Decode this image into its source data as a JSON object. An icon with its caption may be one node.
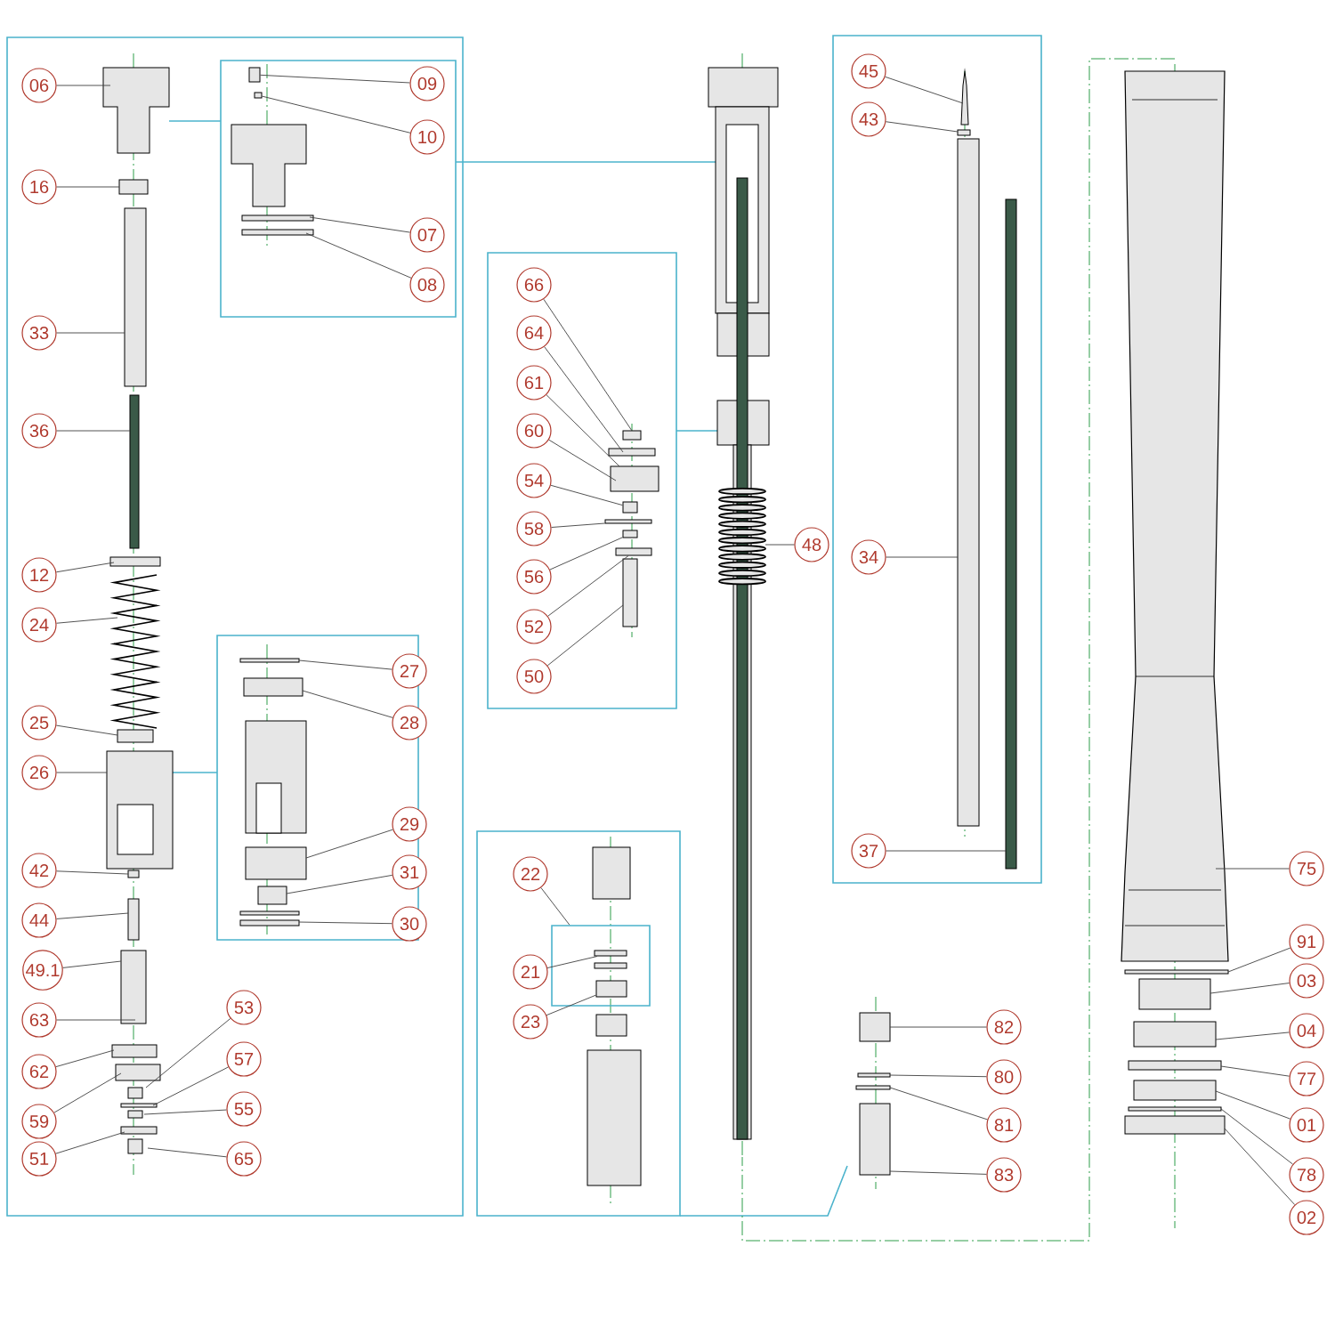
{
  "diagram": {
    "nodes": [
      {
        "text": [
          "06"
        ]
      },
      {
        "text": [
          "09"
        ]
      },
      {
        "text": [
          "10"
        ]
      },
      {
        "text": [
          "07"
        ]
      },
      {
        "text": [
          "08"
        ]
      },
      {
        "text": [
          "16"
        ]
      },
      {
        "text": [
          "33"
        ]
      },
      {
        "text": [
          "36"
        ]
      },
      {
        "text": [
          "12"
        ]
      },
      {
        "text": [
          "24"
        ]
      },
      {
        "text": [
          "25"
        ]
      },
      {
        "text": [
          "26"
        ]
      },
      {
        "text": [
          "27"
        ]
      },
      {
        "text": [
          "28"
        ]
      },
      {
        "text": [
          "29"
        ]
      },
      {
        "text": [
          "31"
        ]
      },
      {
        "text": [
          "30"
        ]
      },
      {
        "text": [
          "42"
        ]
      },
      {
        "text": [
          "44"
        ]
      },
      {
        "text": [
          "49.1"
        ]
      },
      {
        "text": [
          "63"
        ]
      },
      {
        "text": [
          "62"
        ]
      },
      {
        "text": [
          "53"
        ]
      },
      {
        "text": [
          "57"
        ]
      },
      {
        "text": [
          "59"
        ]
      },
      {
        "text": [
          "55"
        ]
      },
      {
        "text": [
          "51"
        ]
      },
      {
        "text": [
          "65"
        ]
      },
      {
        "text": [
          "66"
        ]
      },
      {
        "text": [
          "64"
        ]
      },
      {
        "text": [
          "61"
        ]
      },
      {
        "text": [
          "60"
        ]
      },
      {
        "text": [
          "54"
        ]
      },
      {
        "text": [
          "58"
        ]
      },
      {
        "text": [
          "56"
        ]
      },
      {
        "text": [
          "52"
        ]
      },
      {
        "text": [
          "50"
        ]
      },
      {
        "text": [
          "48"
        ]
      },
      {
        "text": [
          "22"
        ]
      },
      {
        "text": [
          "21"
        ]
      },
      {
        "text": [
          "23"
        ]
      },
      {
        "text": [
          "45"
        ]
      },
      {
        "text": [
          "43"
        ]
      },
      {
        "text": [
          "34"
        ]
      },
      {
        "text": [
          "37"
        ]
      },
      {
        "text": [
          "82"
        ]
      },
      {
        "text": [
          "80"
        ]
      },
      {
        "text": [
          "81"
        ]
      },
      {
        "text": [
          "83"
        ]
      },
      {
        "text": [
          "75"
        ]
      },
      {
        "text": [
          "91"
        ]
      },
      {
        "text": [
          "03"
        ]
      },
      {
        "text": [
          "04"
        ]
      },
      {
        "text": [
          "77"
        ]
      },
      {
        "text": [
          "01"
        ]
      },
      {
        "text": [
          "78"
        ]
      },
      {
        "text": [
          "02"
        ]
      },
      {
        "text": [],
        "shape": "box"
      },
      {
        "text": [],
        "shape": "box",
        "in": 57
      },
      {
        "text": [],
        "shape": "box",
        "in": 57
      },
      {
        "text": [],
        "shape": "box"
      },
      {
        "text": [],
        "shape": "box"
      },
      {
        "text": [],
        "shape": "box"
      },
      {
        "text": [],
        "shape": "box"
      },
      {
        "text": [],
        "shape": "box"
      },
      {
        "text": [],
        "shape": "box"
      }
    ],
    "edges": [
      {
        "from": 0,
        "to": null,
        "arrow": "none"
      },
      {
        "from": 1,
        "to": 62,
        "arrow": "none"
      },
      {
        "from": 2,
        "to": 60,
        "arrow": "none"
      },
      {
        "from": 3,
        "to": null,
        "arrow": "none"
      },
      {
        "from": 4,
        "to": null,
        "arrow": "none"
      },
      {
        "from": 5,
        "to": null,
        "arrow": "none"
      },
      {
        "from": 6,
        "to": null,
        "arrow": "none"
      },
      {
        "from": 7,
        "to": null,
        "arrow": "none"
      },
      {
        "from": 8,
        "to": null,
        "arrow": "none"
      },
      {
        "from": 9,
        "to": null,
        "arrow": "none"
      },
      {
        "from": 10,
        "to": null,
        "arrow": "none"
      },
      {
        "from": 11,
        "to": null,
        "arrow": "none"
      },
      {
        "from": 12,
        "to": null,
        "arrow": "none"
      },
      {
        "from": 13,
        "to": null,
        "arrow": "none"
      },
      {
        "from": 14,
        "to": null,
        "arrow": "none"
      },
      {
        "from": 15,
        "to": null,
        "arrow": "none"
      },
      {
        "from": 16,
        "to": null,
        "arrow": "none"
      },
      {
        "from": 17,
        "to": null,
        "arrow": "none"
      },
      {
        "from": 18,
        "to": null,
        "arrow": "none"
      },
      {
        "from": 19,
        "to": null,
        "arrow": "none"
      },
      {
        "from": 20,
        "to": null,
        "arrow": "none"
      },
      {
        "from": 21,
        "to": null,
        "arrow": "none"
      },
      {
        "from": 22,
        "to": null,
        "arrow": "none"
      },
      {
        "from": 23,
        "to": null,
        "arrow": "none"
      },
      {
        "from": 24,
        "to": null,
        "arrow": "none"
      },
      {
        "from": 25,
        "to": null,
        "arrow": "none"
      },
      {
        "from": 26,
        "to": null,
        "arrow": "none"
      },
      {
        "from": 27,
        "to": null,
        "arrow": "none"
      },
      {
        "from": 28,
        "to": null,
        "arrow": "none"
      },
      {
        "from": 29,
        "to": null,
        "arrow": "none"
      },
      {
        "from": 30,
        "to": null,
        "arrow": "none"
      },
      {
        "from": 31,
        "to": null,
        "arrow": "none"
      },
      {
        "from": 32,
        "to": 61,
        "arrow": "none"
      },
      {
        "from": 33,
        "to": 63,
        "arrow": "none"
      },
      {
        "from": 34,
        "to": 64,
        "arrow": "none"
      },
      {
        "from": 35,
        "to": 65,
        "arrow": "none"
      },
      {
        "from": 36,
        "to": null,
        "arrow": "none"
      },
      {
        "from": 37,
        "to": null,
        "arrow": "none"
      },
      {
        "from": 38,
        "to": 57,
        "arrow": "none"
      },
      {
        "from": 39,
        "to": 58,
        "arrow": "none"
      },
      {
        "from": 40,
        "to": 59,
        "arrow": "none"
      },
      {
        "from": 41,
        "to": null,
        "arrow": "none"
      },
      {
        "from": 42,
        "to": null,
        "arrow": "none"
      },
      {
        "from": 43,
        "to": null,
        "arrow": "none"
      },
      {
        "from": 44,
        "to": null,
        "arrow": "none"
      },
      {
        "from": 45,
        "to": null,
        "arrow": "none"
      },
      {
        "from": 46,
        "to": null,
        "arrow": "none"
      },
      {
        "from": 47,
        "to": null,
        "arrow": "none"
      },
      {
        "from": 48,
        "to": null,
        "arrow": "none"
      },
      {
        "from": 49,
        "to": null,
        "arrow": "none"
      },
      {
        "from": 50,
        "to": null,
        "arrow": "none"
      },
      {
        "from": 51,
        "to": null,
        "arrow": "none"
      },
      {
        "from": 52,
        "to": null,
        "arrow": "none"
      },
      {
        "from": 53,
        "to": null,
        "arrow": "none"
      },
      {
        "from": 54,
        "to": null,
        "arrow": "none"
      },
      {
        "from": 55,
        "to": null,
        "arrow": "none"
      },
      {
        "from": 56,
        "to": null,
        "arrow": "none"
      }
    ]
  }
}
